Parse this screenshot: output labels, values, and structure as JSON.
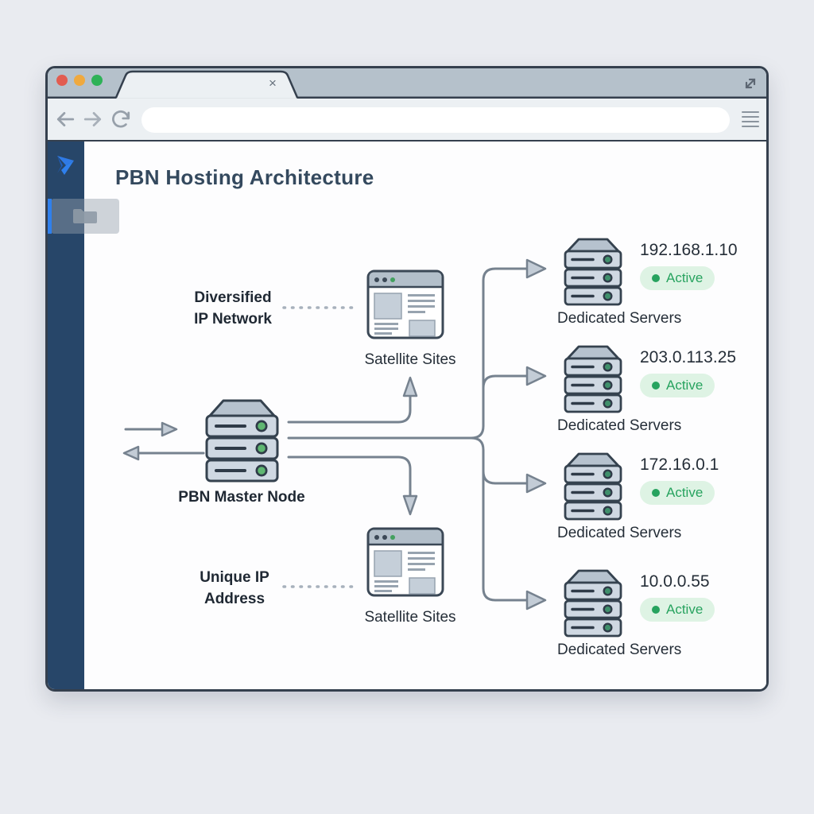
{
  "browser": {
    "tab_close_glyph": "×",
    "address_value": "",
    "address_placeholder": ""
  },
  "page": {
    "title": "PBN Hosting Architecture"
  },
  "diagram": {
    "labels": {
      "diversified_line1": "Diversified",
      "diversified_line2": "IP Network",
      "unique_line1": "Unique IP",
      "unique_line2": "Address",
      "master_caption": "PBN Master Node",
      "satellite_top_caption": "Satellite Sites",
      "satellite_bottom_caption": "Satellite Sites"
    },
    "servers": [
      {
        "ip": "192.168.1.10",
        "status": "Active",
        "caption": "Dedicated Servers"
      },
      {
        "ip": "203.0.113.25",
        "status": "Active",
        "caption": "Dedicated Servers"
      },
      {
        "ip": "172.16.0.1",
        "status": "Active",
        "caption": "Dedicated Servers"
      },
      {
        "ip": "10.0.0.55",
        "status": "Active",
        "caption": "Dedicated Servers"
      }
    ],
    "colors": {
      "accent_blue": "#2f80ed",
      "sidebar_navy": "#274669",
      "line_gray": "#76828f",
      "active_badge_bg": "#def3e4",
      "active_text": "#27a35f",
      "led_green": "#5fb771"
    }
  }
}
